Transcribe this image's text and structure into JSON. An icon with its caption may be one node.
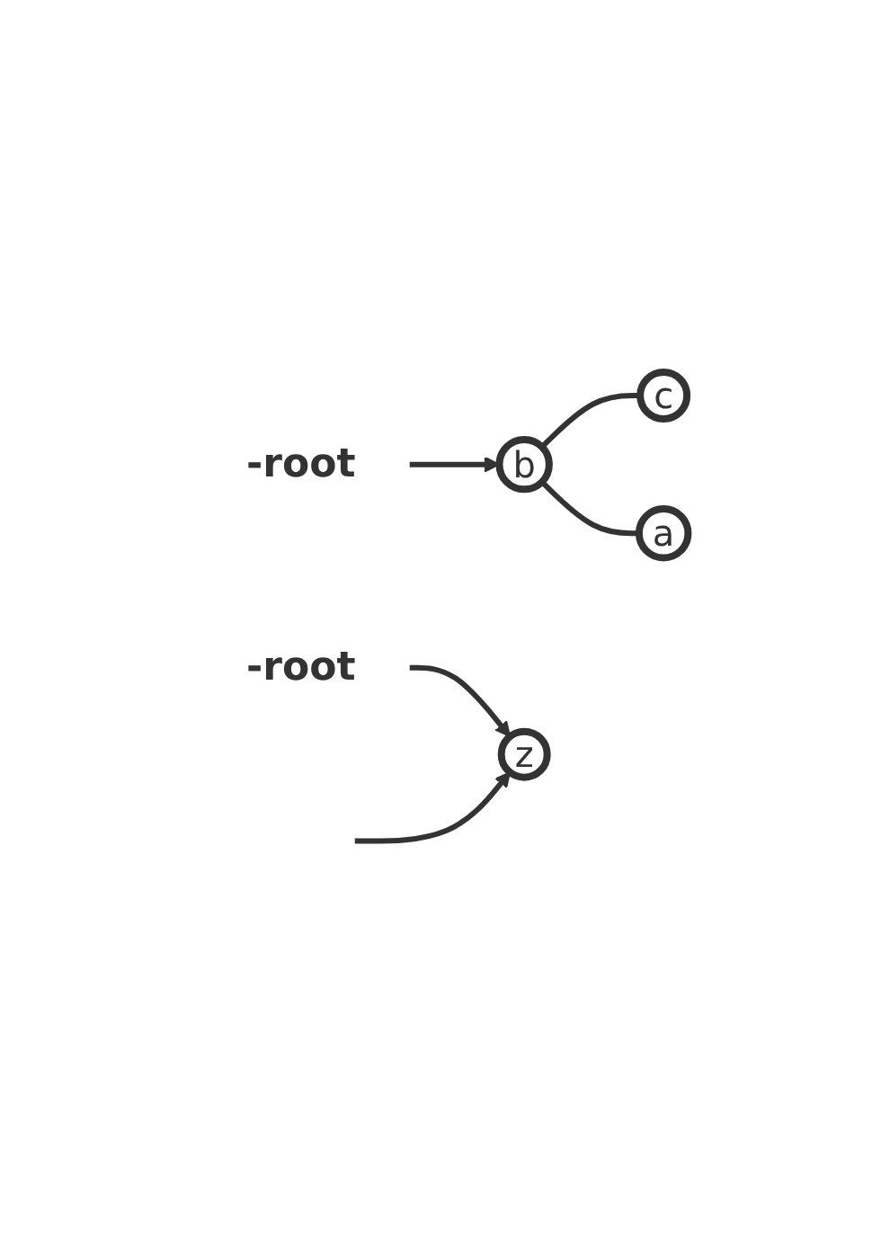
{
  "diagram": {
    "nodes": [
      {
        "text": [
          "-root"
        ]
      },
      {
        "text": [
          "b"
        ]
      },
      {
        "text": [
          "c"
        ]
      },
      {
        "text": [
          "a"
        ]
      },
      {
        "text": [
          "-root"
        ]
      },
      {
        "text": [
          "z"
        ]
      }
    ],
    "edges": [
      {
        "from": 0,
        "to": 1,
        "arrow": "to"
      },
      {
        "from": 1,
        "to": 2,
        "arrow": "none"
      },
      {
        "from": 1,
        "to": 3,
        "arrow": "none"
      },
      {
        "from": 4,
        "to": 5,
        "arrow": "to"
      },
      {
        "from": null,
        "to": 5,
        "arrow": "to"
      }
    ]
  }
}
